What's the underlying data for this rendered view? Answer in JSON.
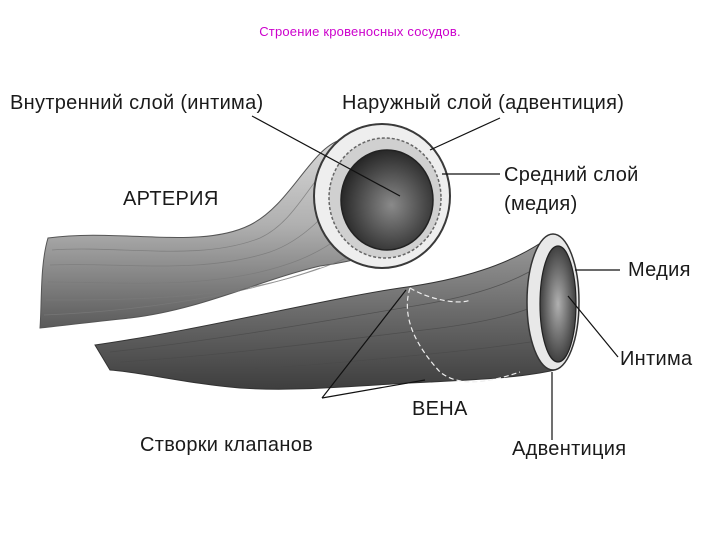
{
  "title": "Строение кровеносных сосудов.",
  "colors": {
    "title": "#cc00cc",
    "label": "#1a1a1a",
    "vessel_fill": "#b8b8b8",
    "vessel_dark": "#555555",
    "lumen": "#3c3c3c"
  },
  "labels": {
    "intima": "Внутренний слой (интима)",
    "adventitia": "Наружный слой (адвентиция)",
    "media_line1": "Средний слой",
    "media_line2": "(медия)",
    "artery": "АРТЕРИЯ",
    "vein_media": "Медия",
    "vein_intima": "Интима",
    "vein": "ВЕНА",
    "valves": "Створки клапанов",
    "vein_adventitia": "Адвентиция"
  }
}
